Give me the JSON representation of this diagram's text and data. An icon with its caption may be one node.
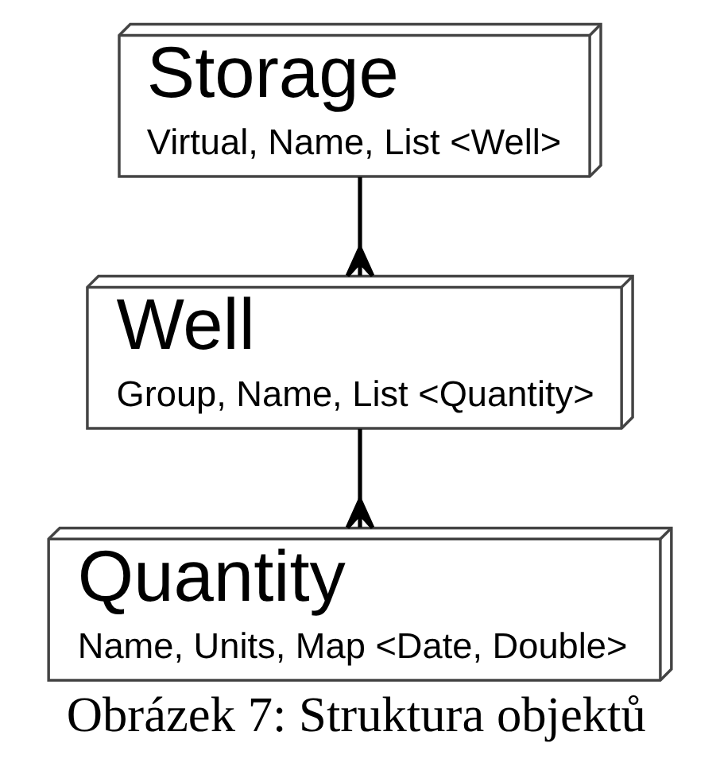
{
  "diagram": {
    "caption": "Obrázek 7: Struktura objektů",
    "nodes": [
      {
        "text": [
          "Storage",
          "Virtual, Name, List <Well>"
        ]
      },
      {
        "text": [
          "Well",
          "Group, Name, List <Quantity>"
        ]
      },
      {
        "text": [
          "Quantity",
          "Name, Units, Map <Date, Double>"
        ]
      }
    ],
    "edges": [
      {
        "from": 0,
        "to": 1,
        "arrow": "other"
      },
      {
        "from": 1,
        "to": 2,
        "arrow": "other"
      }
    ]
  }
}
